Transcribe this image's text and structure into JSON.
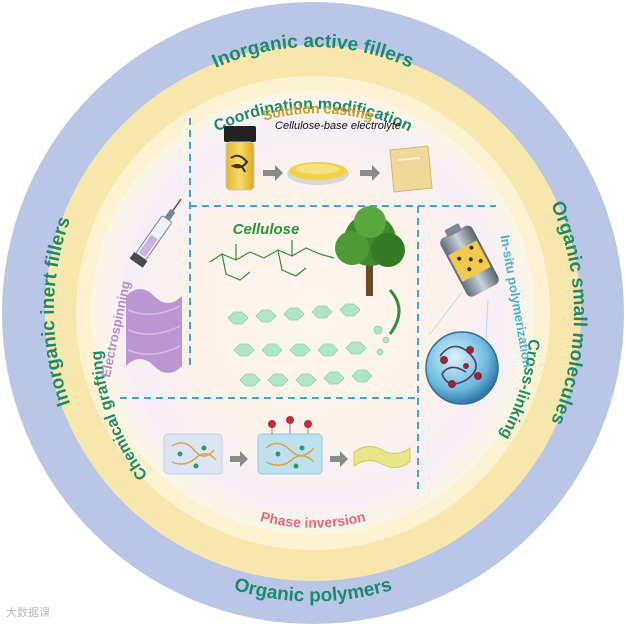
{
  "outer_ring": {
    "top": "Inorganic active fillers",
    "left": "Inorganic inert fillers",
    "right": "Organic small molecules",
    "bottom": "Organic polymers"
  },
  "middle_ring": {
    "top": "Coordination modification",
    "left": "Chemical grafting",
    "right": "Cross-linking"
  },
  "center": {
    "solution_casting": "Solution casting",
    "electrolyte_label": "Cellulose-base electrolyte",
    "electrospinning": "Electrospinning",
    "cellulose": "Cellulose",
    "insitu": "In-situ polymerization",
    "phase_inversion": "Phase inversion"
  },
  "watermark": "大数据课",
  "colors": {
    "outer_ring": "#b9c6e6",
    "middle_ring": "#f8e7ad",
    "ring_text": "#1f8a6b",
    "solution_casting": "#c9a227",
    "electrospinning": "#b48ccf",
    "cellulose": "#2f8f3a",
    "insitu": "#4bb2c8",
    "phase_inversion": "#e4687a",
    "dash": "#3fa6d0"
  }
}
